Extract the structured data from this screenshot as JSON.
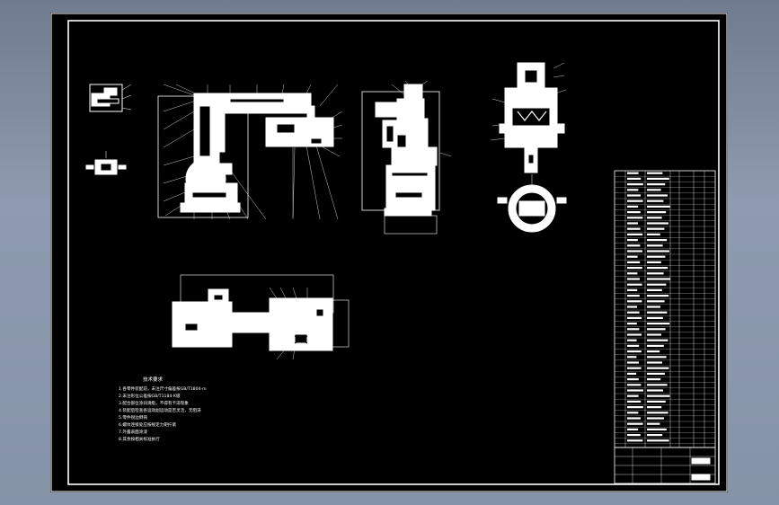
{
  "drawing": {
    "notes_title": "技术要求",
    "notes": [
      "1.各零件装配前，未注尺寸偏差按GB/T1804-m",
      "2.未注形位公差按GB/T1184-K级",
      "3.配合部位涂润滑脂，不得有卡滞现象",
      "4.装配后检查各运动副运动是否灵活，无阻滞",
      "5.零件锐边倒钝",
      "6.螺纹连接处应按规定力矩拧紧",
      "7.外露表面涂漆",
      "8.其余按相关标准执行"
    ],
    "colors": {
      "sheet": "#000000",
      "line": "#ffffff",
      "background": "#7f8ca1"
    }
  }
}
